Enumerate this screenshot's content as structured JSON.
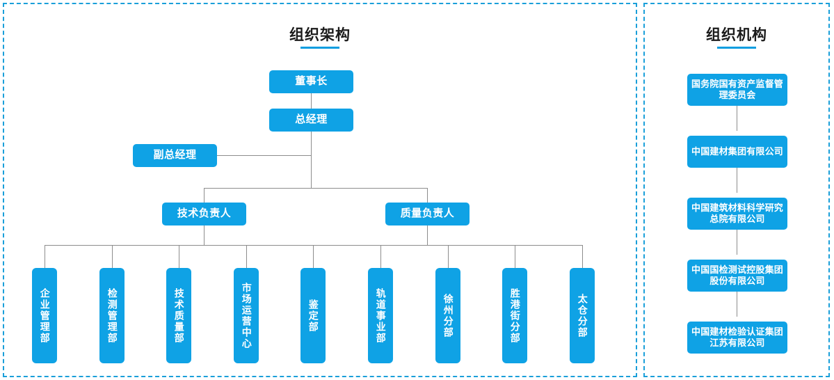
{
  "left_panel": {
    "title": "组织架构",
    "nodes": {
      "chairman": "董事长",
      "general_manager": "总经理",
      "deputy_general_manager": "副总经理",
      "technical_director": "技术负责人",
      "quality_director": "质量负责人"
    },
    "departments": [
      {
        "label": "企业管理部"
      },
      {
        "label": "检测管理部"
      },
      {
        "label": "技术质量部"
      },
      {
        "label": "市场运营中心"
      },
      {
        "label": "鉴定部"
      },
      {
        "label": "轨道事业部"
      },
      {
        "label": "徐州分部"
      },
      {
        "label": "胜港街分部"
      },
      {
        "label": "太仓分部"
      }
    ]
  },
  "right_panel": {
    "title": "组织机构",
    "organizations": [
      {
        "label": "国务院国有资产监督管理委员会"
      },
      {
        "label": "中国建材集团有限公司"
      },
      {
        "label": "中国建筑材料科学研究总院有限公司"
      },
      {
        "label": "中国国检测试控股集团股份有限公司"
      },
      {
        "label": "中国建材检验认证集团江苏有限公司"
      }
    ]
  },
  "colors": {
    "node_blue": "#0fa2e5",
    "panel_border": "#1a9fd9",
    "underline": "#0c9de0",
    "connector": "#8c8c8c",
    "title_text": "#1a1a1a",
    "node_text": "#ffffff"
  }
}
